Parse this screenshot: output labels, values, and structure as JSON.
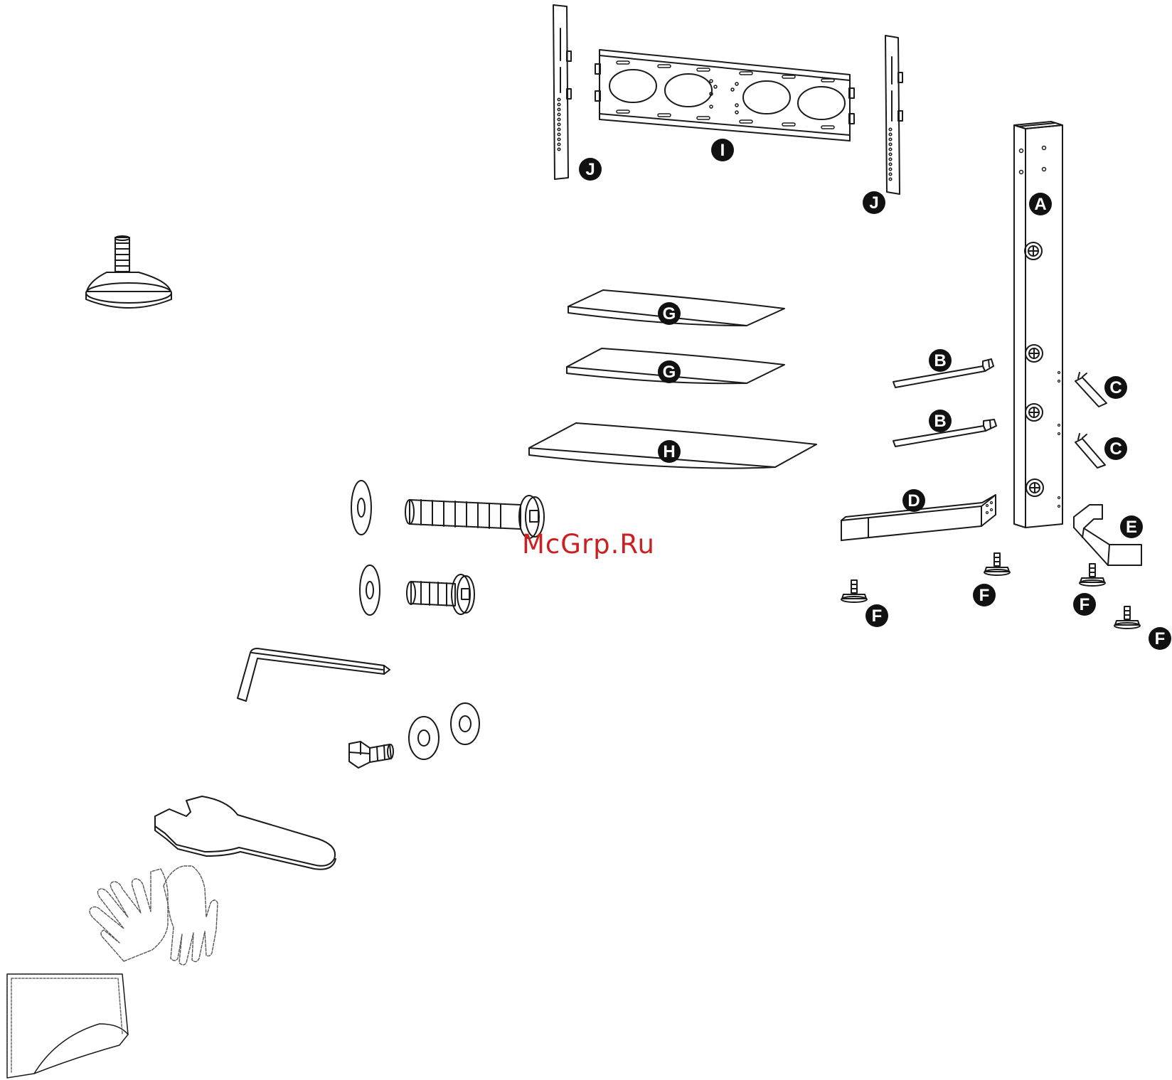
{
  "watermark": "McGrp.Ru",
  "colors": {
    "line": "#1a1a1a",
    "badge": "#111111",
    "watermark": "#cc1f1f"
  },
  "part_labels": {
    "A": "A",
    "B": "B",
    "C": "C",
    "D": "D",
    "E": "E",
    "F": "F",
    "G": "G",
    "H": "H",
    "I": "I",
    "J": "J"
  }
}
